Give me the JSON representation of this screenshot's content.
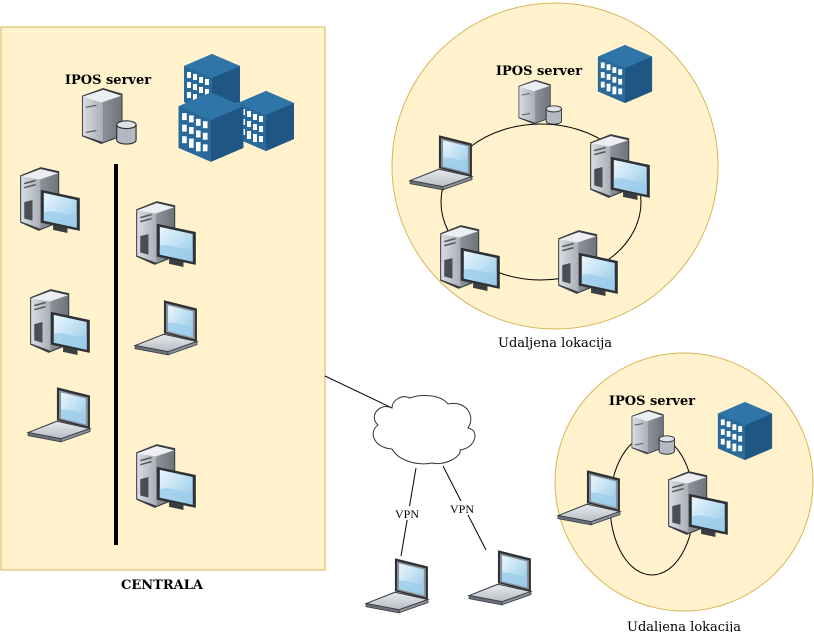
{
  "colors": {
    "zone_fill": "#fff2cc",
    "zone_stroke": "#d6b656",
    "building_blue": "#2a6a9a",
    "link": "#000000"
  },
  "central": {
    "label": "CENTRALA",
    "server_label": "IPOS server",
    "building_icon": "office-buildings-icon",
    "nodes": [
      {
        "type": "workstation"
      },
      {
        "type": "workstation"
      },
      {
        "type": "laptop"
      },
      {
        "type": "workstation"
      },
      {
        "type": "laptop"
      },
      {
        "type": "workstation"
      }
    ]
  },
  "remote_1": {
    "label": "Udaljena lokacija",
    "server_label": "IPOS server",
    "building_icon": "office-building-icon",
    "topology": "ring",
    "nodes": [
      {
        "type": "laptop"
      },
      {
        "type": "workstation"
      },
      {
        "type": "workstation"
      },
      {
        "type": "workstation"
      }
    ]
  },
  "remote_2": {
    "label": "Udaljena lokacija",
    "server_label": "IPOS server",
    "building_icon": "office-building-icon",
    "topology": "ring",
    "nodes": [
      {
        "type": "laptop"
      },
      {
        "type": "workstation"
      }
    ]
  },
  "internet": {
    "icon": "cloud-icon",
    "vpn_links": [
      {
        "label": "VPN"
      },
      {
        "label": "VPN"
      }
    ],
    "remote_clients": [
      {
        "type": "laptop"
      },
      {
        "type": "laptop"
      }
    ]
  }
}
